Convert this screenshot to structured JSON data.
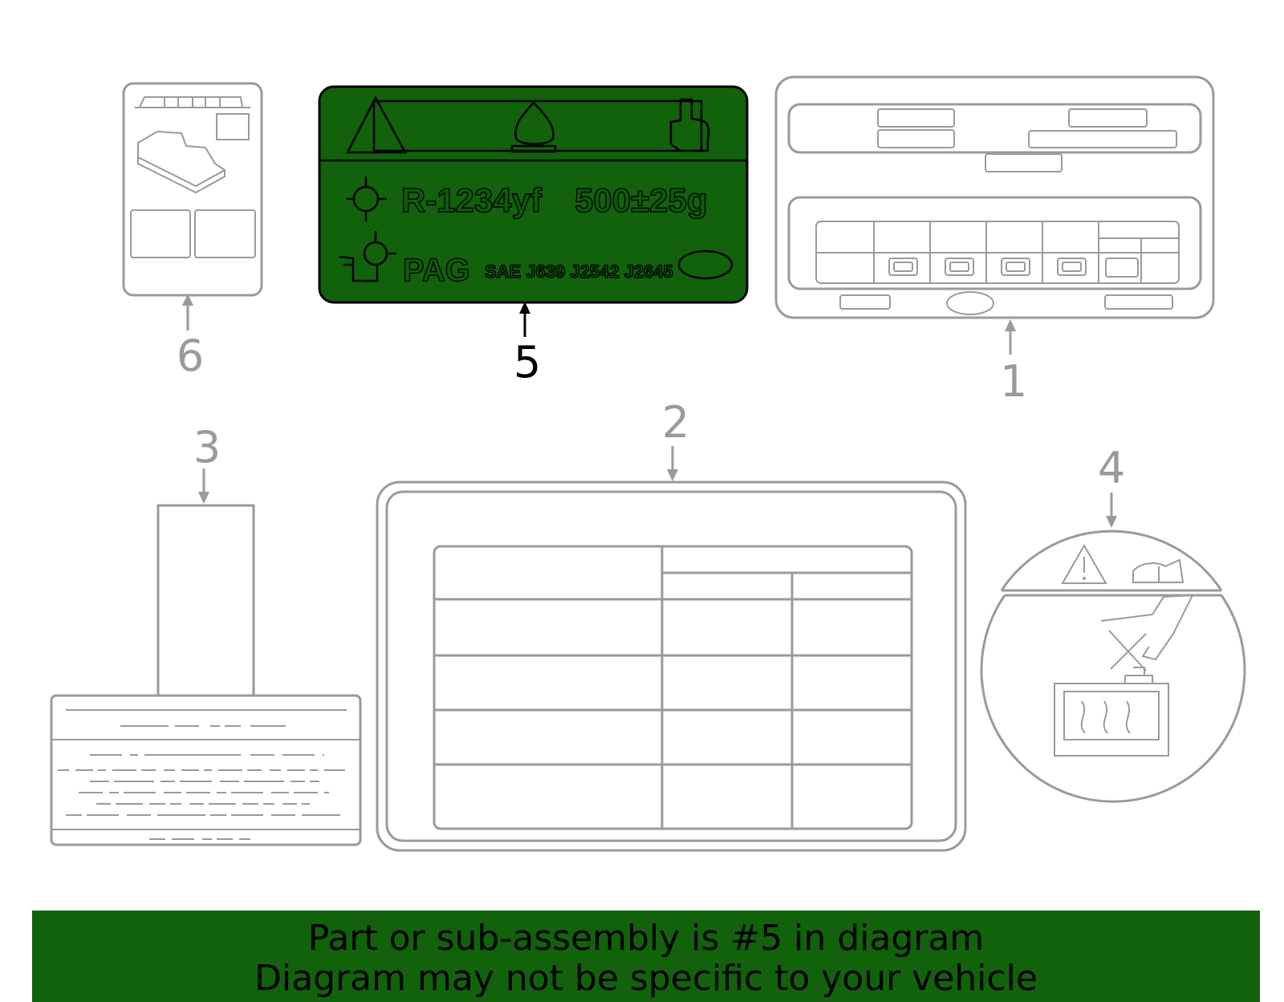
{
  "theme": {
    "highlight_color": "#11620b",
    "line_color": "#9a9a9a",
    "active_color": "#000000"
  },
  "callouts": {
    "part1": "1",
    "part2": "2",
    "part3": "3",
    "part4": "4",
    "part5": "5",
    "part6": "6"
  },
  "label5": {
    "refrigerant": "R-1234yf",
    "charge": "500±25g",
    "oil": "PAG",
    "standards": "SAE J639 J2542 J2645"
  },
  "banner": {
    "line1": "Part or sub-assembly is #5 in diagram",
    "line2": "Diagram may not be specific to your vehicle"
  }
}
